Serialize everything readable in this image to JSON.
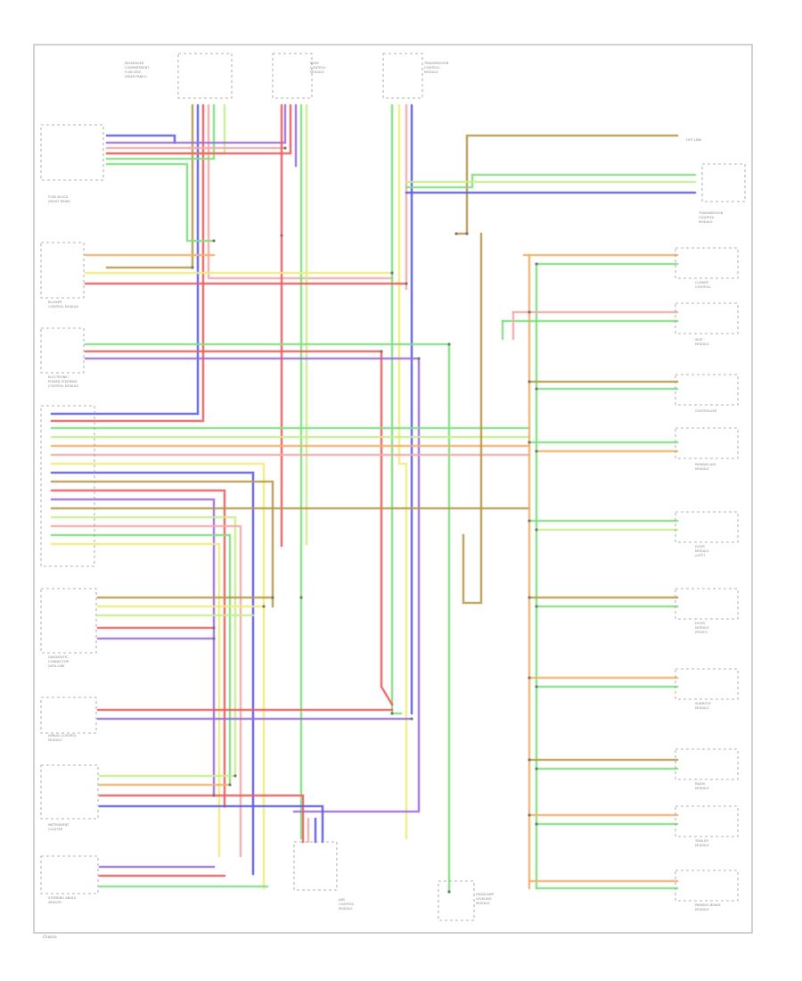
{
  "colors": {
    "red": "#f25c5c",
    "blue": "#5a5af0",
    "purple": "#9b6de0",
    "green": "#7fe07f",
    "yellow": "#f0ec7a",
    "brown": "#b89a4e",
    "pink": "#f6a9a9",
    "orange": "#f4b06a",
    "light_blue": "#9fb6f5",
    "lime": "#c8ee8a",
    "frame": "#bfbfbf"
  },
  "corner_label": "Chassis",
  "components": [
    {
      "id": "c_top_left",
      "text": [
        "PASSENGER",
        "COMPARTMENT",
        "FUSE BOX",
        "(REAR PANEL)"
      ]
    },
    {
      "id": "c_top_mid",
      "text": [
        "BODY",
        "CONTROL",
        "MODULE"
      ]
    },
    {
      "id": "c_top_right",
      "text": [
        "TRANSMISSION",
        "CONTROL",
        "MODULE"
      ]
    },
    {
      "id": "c_left1",
      "text": [
        "FUSE BLOCK",
        "(RIGHT REAR)"
      ]
    },
    {
      "id": "c_left2",
      "text": [
        "BLOWER",
        "CONTROL MODULE"
      ]
    },
    {
      "id": "c_left3",
      "text": [
        "ELECTRONIC",
        "POWER STEERING",
        "CONTROL MODULE"
      ]
    },
    {
      "id": "c_left4",
      "text": [
        "DIAGNOSTIC",
        "CONNECTOR",
        "DATA LINK"
      ]
    },
    {
      "id": "c_left5",
      "text": [
        "AIRBAG CONTROL",
        "MODULE"
      ]
    },
    {
      "id": "c_left6",
      "text": [
        "INSTRUMENT",
        "CLUSTER"
      ]
    },
    {
      "id": "c_left7",
      "text": [
        "STEERING ANGLE",
        "SENSOR"
      ]
    },
    {
      "id": "c_bottom_mid",
      "text": [
        "ABS",
        "CONTROL",
        "MODULE"
      ]
    },
    {
      "id": "c_bottom_right",
      "text": [
        "HEADLAMP",
        "LEVELING",
        "MODULE"
      ]
    },
    {
      "id": "c_right_top",
      "text": [
        "HOT LINK"
      ]
    },
    {
      "id": "c_right1",
      "text": [
        "TRANSMISSION",
        "CONTROL",
        "MODULE"
      ]
    },
    {
      "id": "c_right2",
      "text": [
        "CLIMATE",
        "CONTROL"
      ]
    },
    {
      "id": "c_right3",
      "text": [
        "SEAT",
        "MODULE"
      ]
    },
    {
      "id": "c_right4",
      "text": [
        "CONTROLLER"
      ]
    },
    {
      "id": "c_right5",
      "text": [
        "PARKING AID",
        "MODULE"
      ]
    },
    {
      "id": "c_right6",
      "text": [
        "DOOR",
        "MODULE",
        "(LEFT)"
      ]
    },
    {
      "id": "c_right7",
      "text": [
        "DOOR",
        "MODULE",
        "(RIGHT)"
      ]
    },
    {
      "id": "c_right8",
      "text": [
        "SUNROOF",
        "MODULE"
      ]
    },
    {
      "id": "c_right9",
      "text": [
        "RADIO",
        "MODULE"
      ]
    },
    {
      "id": "c_right10",
      "text": [
        "TRAILER",
        "MODULE"
      ]
    },
    {
      "id": "c_right11",
      "text": [
        "PARKING BRAKE",
        "MODULE"
      ]
    }
  ]
}
